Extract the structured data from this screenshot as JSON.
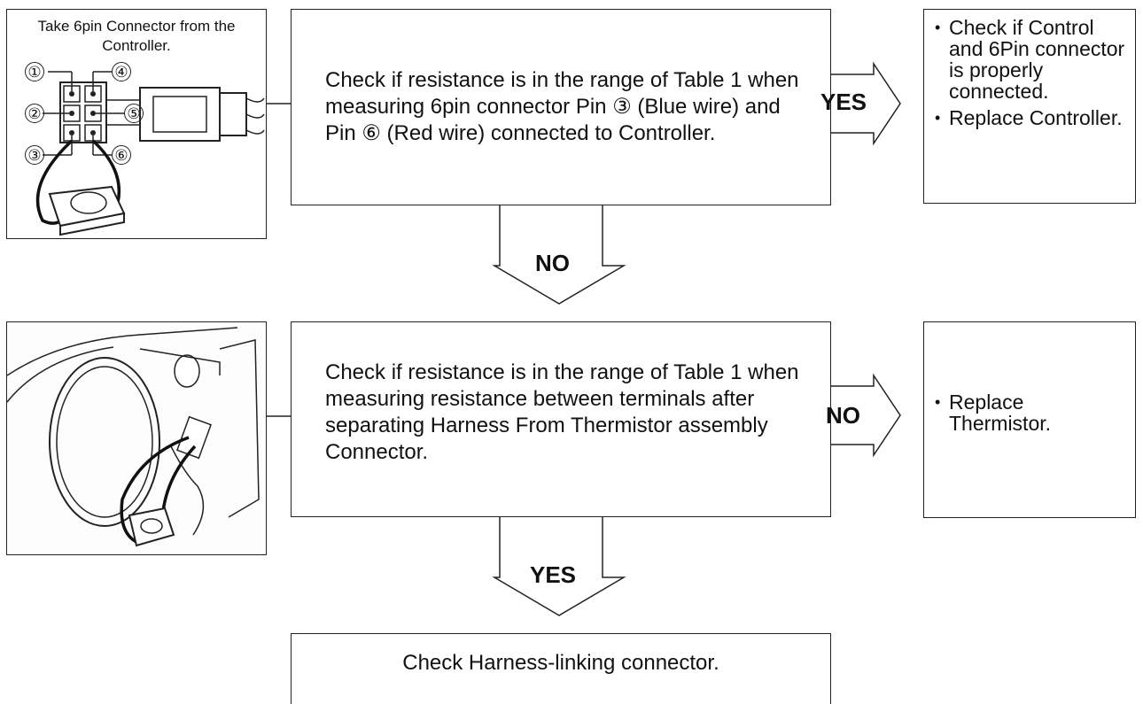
{
  "step1": {
    "figure_caption": "Take 6pin Connector from the Controller.",
    "pins": [
      "①",
      "②",
      "③",
      "④",
      "⑤",
      "⑥"
    ],
    "check_text": "Check if resistance is in the range of Table 1 when measuring 6pin connector Pin ③ (Blue wire) and Pin ⑥ (Red wire) connected to Controller.",
    "yes_label": "YES",
    "yes_result": [
      "Check if Control and 6Pin connector is properly connected.",
      "Replace Controller."
    ],
    "no_label": "NO"
  },
  "step2": {
    "check_text": "Check if resistance is in the range of Table 1 when measuring resistance between terminals after separating Harness From Thermistor assembly Connector.",
    "no_label": "NO",
    "no_result": [
      "Replace Thermistor."
    ],
    "yes_label": "YES"
  },
  "step3": {
    "text": "Check Harness-linking connector."
  }
}
